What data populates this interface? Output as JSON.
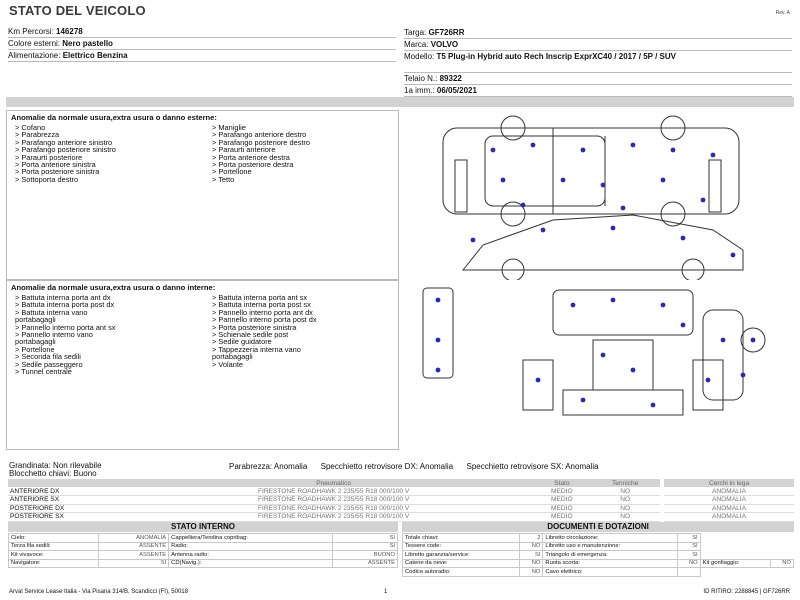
{
  "header": {
    "title": "STATO DEL VEICOLO",
    "rev": "Rev. A"
  },
  "vehicle": {
    "km_label": "Km Percorsi:",
    "km_value": "146278",
    "color_label": "Colore esterni:",
    "color_value": "Nero pastello",
    "fuel_label": "Alimentazione:",
    "fuel_value": "Elettrico Benzina",
    "plate_label": "Targa:",
    "plate_value": "GF726RR",
    "brand_label": "Marca:",
    "brand_value": "VOLVO",
    "model_label": "Modello:",
    "model_value": "T5 Plug-in Hybrid auto Rech Inscrip ExprXC40 / 2017 / 5P / SUV",
    "chassis_label": "Telaio N.:",
    "chassis_value": "89322",
    "reg_label": "1a imm.:",
    "reg_value": "06/05/2021"
  },
  "external": {
    "title": "Anomalie da normale usura,extra usura o danno esterne:",
    "col1": [
      "> Cofano",
      "> Parabrezza",
      "> Parafango anteriore sinistro",
      "> Parafango posteriore sinistro",
      "> Paraurti posteriore",
      "> Porta anteriore sinistra",
      "> Porta posteriore sinistra",
      "> Sottoporta destro"
    ],
    "col2": [
      "> Maniglie",
      "> Parafango anteriore destro",
      "> Parafango posteriore destro",
      "> Paraurti anteriore",
      "> Porta anteriore destra",
      "> Porta posteriore destra",
      "> Portellone",
      "> Tetto"
    ]
  },
  "internal": {
    "title": "Anomalie da normale usura,extra usura o danno interne:",
    "col1": [
      "> Battuta interna porta ant dx",
      "> Battuta interna porta post dx",
      "> Battuta interna vano",
      "portabagagli",
      "> Pannello interno porta ant sx",
      "> Pannello interno vano",
      "portabagagli",
      "> Portellone",
      "> Seconda fila sedili",
      "> Sedile passeggero",
      "> Tunnel centrale"
    ],
    "col2": [
      "> Battuta interna porta ant sx",
      "> Battuta interna porta post sx",
      "> Pannello interno porta ant dx",
      "> Pannello interno porta post dx",
      "> Porta posteriore sinistra",
      "> Schienale sedile post",
      "> Sedile guidatore",
      "> Tappezzeria interna vano",
      "portabagagli",
      "> Volante"
    ]
  },
  "summary": {
    "hail_label": "Grandinata:",
    "hail_value": "Non rilevabile",
    "locks_label": "Blocchetto chiavi:",
    "locks_value": "Buono",
    "windshield_label": "Parabrezza:",
    "windshield_value": "Anomalia",
    "mirror_dx_label": "Specchietto retrovisore DX:",
    "mirror_dx_value": "Anomalia",
    "mirror_sx_label": "Specchietto retrovisore SX:",
    "mirror_sx_value": "Anomalia"
  },
  "tyres": {
    "headers": [
      "",
      "Pneumatico",
      "Stato",
      "Tenniche"
    ],
    "rows": [
      {
        "pos": "ANTERIORE DX",
        "tyre": "FIRESTONE ROADHAWK 2 235/55 R18 000/100 V",
        "stato": "MEDIO",
        "tecniche": "NO"
      },
      {
        "pos": "ANTERIORE SX",
        "tyre": "FIRESTONE ROADHAWK 2 235/55 R18 000/100 V",
        "stato": "MEDIO",
        "tecniche": "NO"
      },
      {
        "pos": "POSTERIORE DX",
        "tyre": "FIRESTONE ROADHAWK 2 235/55 R18 000/100 V",
        "stato": "MEDIO",
        "tecniche": "NO"
      },
      {
        "pos": "POSTERIORE SX",
        "tyre": "FIRESTONE ROADHAWK 2 235/55 R18 000/100 V",
        "stato": "MEDIO",
        "tecniche": "NO"
      }
    ],
    "cuts_header": "Cerchi in lega",
    "cuts": [
      "ANOMALIA",
      "ANOMALIA",
      "ANOMALIA",
      "ANOMALIA"
    ]
  },
  "interior_state": {
    "title": "STATO INTERNO",
    "rows": [
      [
        "Cielo:",
        "ANOMALIA",
        "Cappelliera/Tendina copribag:",
        "SI"
      ],
      [
        "Terza fila sedili:",
        "ASSENTE",
        "Radio:",
        "SI"
      ],
      [
        "Kit vivavoce:",
        "ASSENTE",
        "Antenna radio:",
        "BUONO"
      ],
      [
        "Navigatore:",
        "SI",
        "CD(Navig.):",
        "ASSENTE"
      ]
    ]
  },
  "documents": {
    "title": "DOCUMENTI E DOTAZIONI",
    "rows": [
      [
        "Totale chiavi:",
        "2",
        "Libretto circolazione:",
        "SI"
      ],
      [
        "Tessere code:",
        "NO",
        "Libretto uso e manutenzione:",
        "SI"
      ],
      [
        "Libretto garanzia/service:",
        "SI",
        "Triangolo di emergenza:",
        "SI"
      ],
      [
        "Catene da neve:",
        "NO",
        "Ruota scorta:",
        "NO",
        "Kit gonfiaggio:",
        "NO"
      ],
      [
        "Codice autoradio:",
        "NO",
        "Cavo elettrico:",
        ""
      ]
    ]
  },
  "footer": {
    "left": "Arval Service Lease Italia - Via Pisana 314/B, Scandicci (FI), 50018",
    "page": "1",
    "right": "ID RITIRO: 2288845 | GF726RR"
  },
  "colors": {
    "marker": "#2a2ab8",
    "header_bg": "#d2d2d2"
  }
}
